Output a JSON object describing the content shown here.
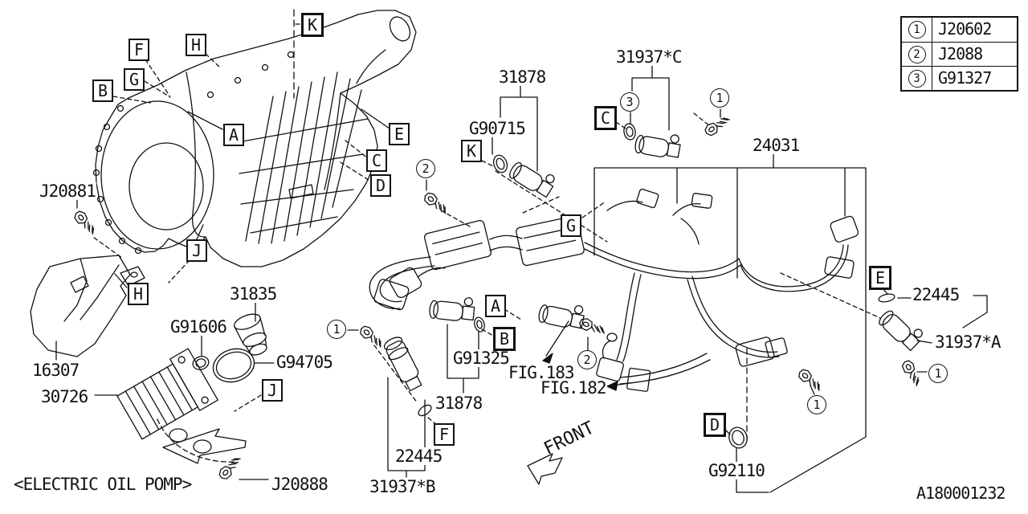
{
  "diagram": {
    "id": "A180001232",
    "caption": "<ELECTRIC OIL POMP>",
    "front": "FRONT"
  },
  "legend": {
    "items": [
      {
        "num": "1",
        "part": "J20602"
      },
      {
        "num": "2",
        "part": "J2088"
      },
      {
        "num": "3",
        "part": "G91327"
      }
    ]
  },
  "labels": {
    "l31878_top": "31878",
    "g90715": "G90715",
    "l31937c": "31937*C",
    "l24031": "24031",
    "j20881": "J20881",
    "l16307": "16307",
    "l30726": "30726",
    "g91606": "G91606",
    "l31835": "31835",
    "g94705": "G94705",
    "j20888": "J20888",
    "g91325": "G91325",
    "l31878_mid": "31878",
    "l22445_mid": "22445",
    "l31937b": "31937*B",
    "fig183": "FIG.183",
    "fig182": "FIG.182",
    "g92110": "G92110",
    "l22445_right": "22445",
    "l31937a": "31937*A"
  },
  "boxed_letters": [
    "F",
    "H",
    "K",
    "B",
    "G",
    "A",
    "E",
    "C",
    "D",
    "K",
    "C",
    "G",
    "J",
    "H",
    "J",
    "A",
    "B",
    "F",
    "E",
    "D"
  ],
  "circled_numbers": [
    "2",
    "3",
    "1",
    "1",
    "2",
    "1",
    "1"
  ],
  "line_color": "#111111"
}
